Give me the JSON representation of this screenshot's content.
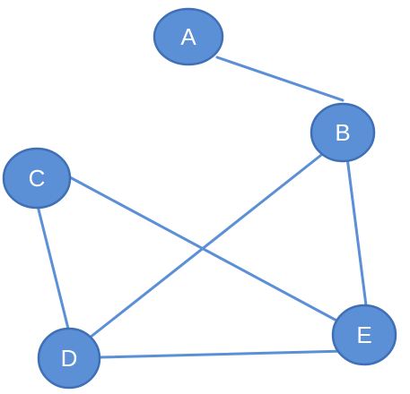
{
  "graph": {
    "colors": {
      "node_fill": "#5B8FD6",
      "node_stroke": "#3F6FB5",
      "edge": "#5B8FD6",
      "label": "#ffffff"
    },
    "nodes": [
      {
        "id": "A",
        "label": "A"
      },
      {
        "id": "B",
        "label": "B"
      },
      {
        "id": "C",
        "label": "C"
      },
      {
        "id": "D",
        "label": "D"
      },
      {
        "id": "E",
        "label": "E"
      }
    ],
    "edges": [
      {
        "from": "A",
        "to": "B"
      },
      {
        "from": "B",
        "to": "E"
      },
      {
        "from": "B",
        "to": "D"
      },
      {
        "from": "C",
        "to": "D"
      },
      {
        "from": "C",
        "to": "E"
      },
      {
        "from": "D",
        "to": "E"
      }
    ]
  }
}
